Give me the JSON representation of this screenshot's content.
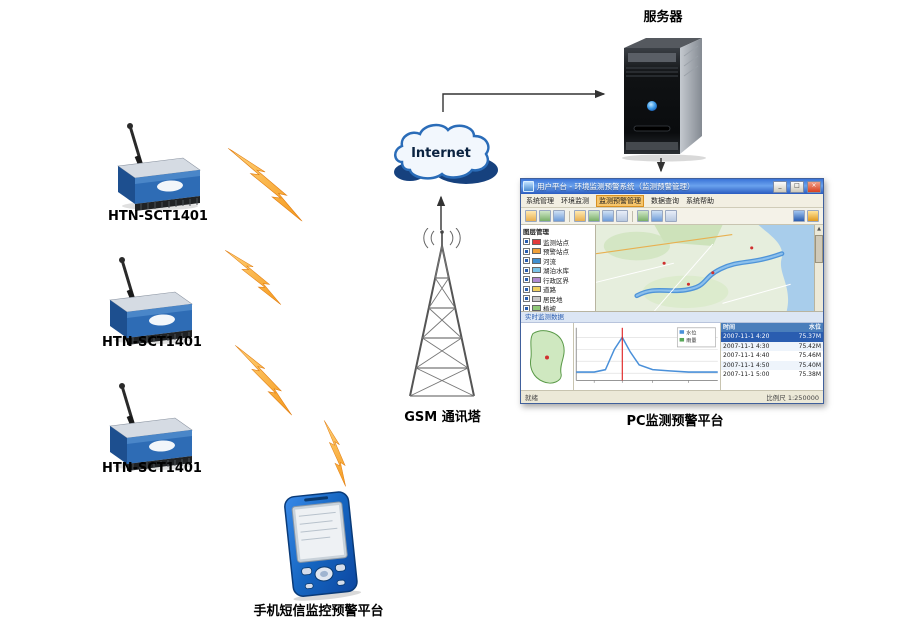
{
  "diagram": {
    "server_label": "服务器",
    "internet_label": "Internet",
    "tower_label": "GSM 通讯塔",
    "pc_label": "PC监测预警平台",
    "mobile_label": "手机短信监控预警平台",
    "devices": [
      {
        "label": "HTN-SCT1401"
      },
      {
        "label": "HTN-SCT1401"
      },
      {
        "label": "HTN-SCT1401"
      }
    ]
  },
  "pc_window": {
    "title": "用户平台 - 环境监测预警系统（监测预警管理）",
    "controls": [
      "_",
      "□",
      "×"
    ],
    "menu_items": [
      "系统管理",
      "环境监测",
      "监测预警管理",
      "数据查询",
      "系统帮助"
    ],
    "tree": {
      "root": "图层管理",
      "items": [
        {
          "label": "监测站点",
          "color": "#e23b3b"
        },
        {
          "label": "预警站点",
          "color": "#f0a03a"
        },
        {
          "label": "河流",
          "color": "#3f8fd0"
        },
        {
          "label": "湖泊水库",
          "color": "#79c3e8"
        },
        {
          "label": "行政区界",
          "color": "#b08ad0"
        },
        {
          "label": "道路",
          "color": "#f0d060"
        },
        {
          "label": "居民地",
          "color": "#c8c8c8"
        },
        {
          "label": "植被",
          "color": "#8fc878"
        }
      ]
    },
    "bottom": {
      "header": "实时监测数据",
      "legend": [
        "水位",
        "雨量"
      ],
      "table": {
        "headers": [
          "时间",
          "水位"
        ],
        "rows": [
          [
            "2007-11-1 4:20",
            "75.37M"
          ],
          [
            "2007-11-1 4:30",
            "75.42M"
          ],
          [
            "2007-11-1 4:40",
            "75.46M"
          ],
          [
            "2007-11-1 4:50",
            "75.40M"
          ],
          [
            "2007-11-1 5:00",
            "75.38M"
          ]
        ]
      }
    },
    "status_left": "就绪",
    "status_right": "比例尺 1:250000"
  },
  "colors": {
    "bolt": "#f59a1e",
    "device_body": "#2e6cb5",
    "pda_body": "#1565c0",
    "cloud_stroke": "#2a6cb8"
  }
}
